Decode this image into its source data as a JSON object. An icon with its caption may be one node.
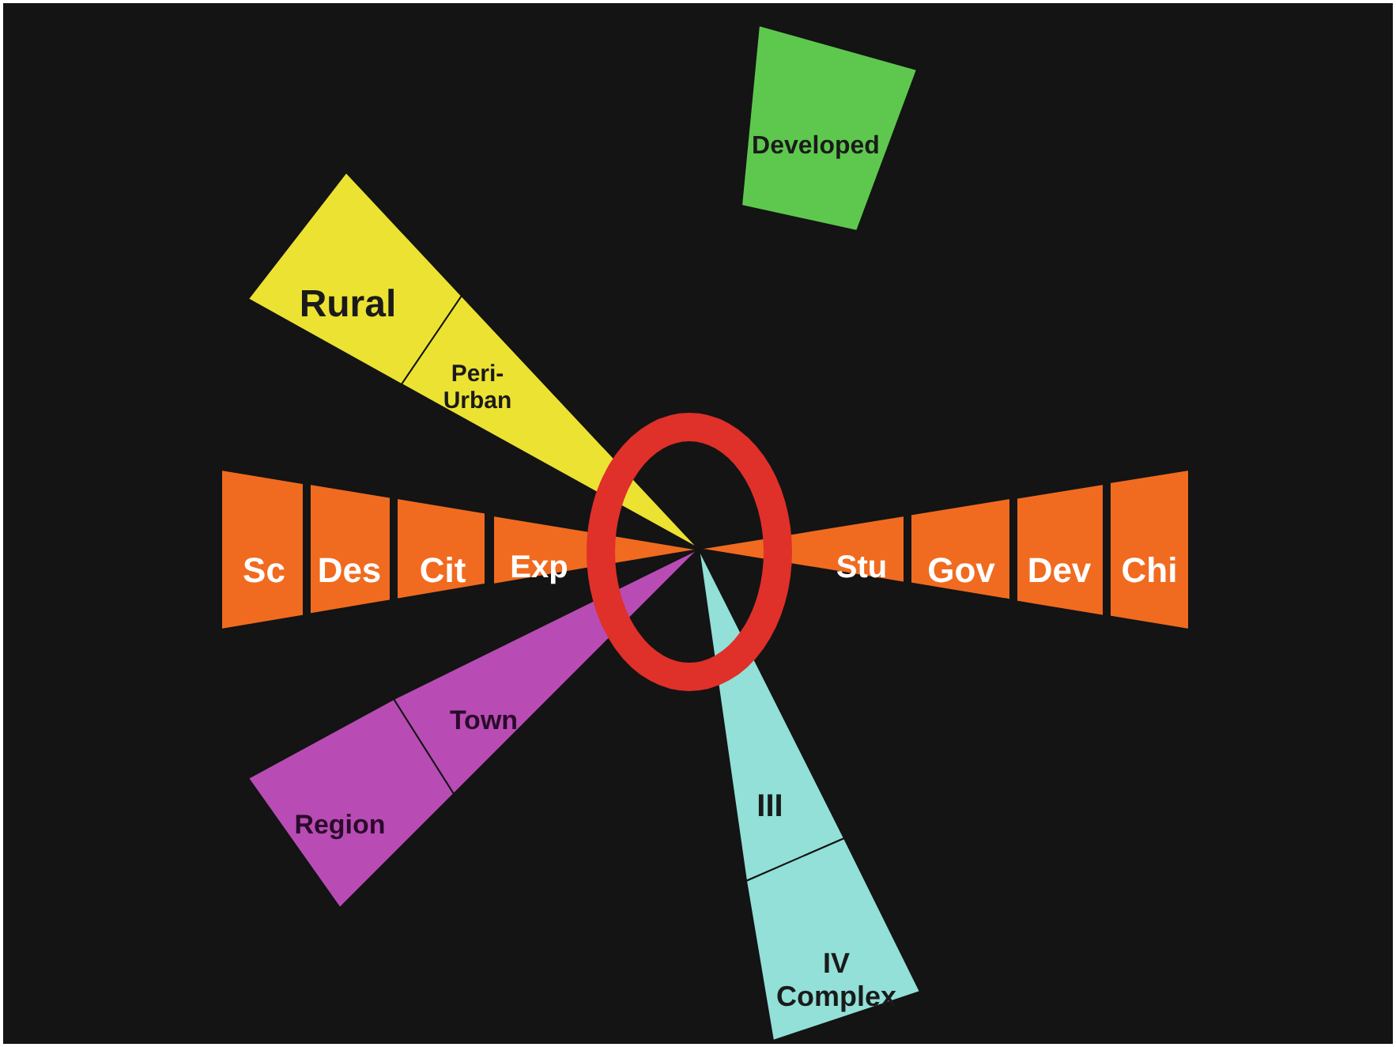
{
  "diagram": {
    "nodes": [
      {
        "text": [
          "Developed"
        ]
      },
      {
        "text": [
          "Rural"
        ]
      },
      {
        "text": [
          "Peri-Urban"
        ]
      },
      {
        "text": [
          "Sc"
        ]
      },
      {
        "text": [
          "Des"
        ]
      },
      {
        "text": [
          "Cit"
        ]
      },
      {
        "text": [
          "Exp"
        ]
      },
      {
        "text": [
          "Stu"
        ]
      },
      {
        "text": [
          "Gov"
        ]
      },
      {
        "text": [
          "Dev"
        ]
      },
      {
        "text": [
          "Chi"
        ]
      },
      {
        "text": [
          "Town"
        ]
      },
      {
        "text": [
          "Region"
        ]
      },
      {
        "text": [
          "III"
        ]
      },
      {
        "text": [
          "IV Complex"
        ]
      }
    ]
  }
}
